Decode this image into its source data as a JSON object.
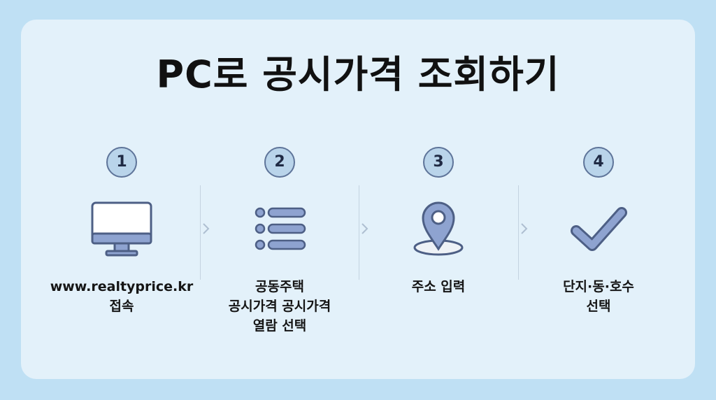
{
  "title": "PC로 공시가격 조회하기",
  "colors": {
    "background": "#bfe0f4",
    "card": "#e3f1fa",
    "icon_fill": "#8ea3d0",
    "icon_stroke": "#4d5f85",
    "badge_fill": "#b9d4ea"
  },
  "steps": [
    {
      "number": "1",
      "icon": "monitor-icon",
      "label_lines": [
        "www.realtyprice.kr",
        "접속"
      ]
    },
    {
      "number": "2",
      "icon": "list-icon",
      "label_lines": [
        "공동주택",
        "공시가격 공시가격",
        "열람 선택"
      ]
    },
    {
      "number": "3",
      "icon": "location-pin-icon",
      "label_lines": [
        "주소 입력"
      ]
    },
    {
      "number": "4",
      "icon": "checkmark-icon",
      "label_lines": [
        "단지·동·호수",
        "선택"
      ]
    }
  ]
}
